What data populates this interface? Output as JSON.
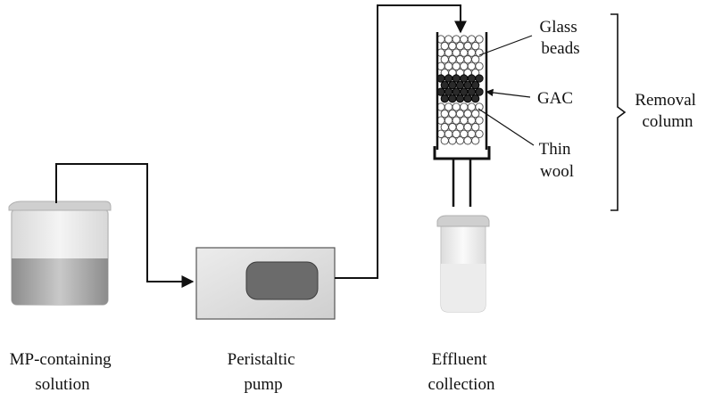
{
  "labels": {
    "beaker": [
      "MP-containing",
      "solution"
    ],
    "pump": [
      "Peristaltic",
      "pump"
    ],
    "effluent": [
      "Effluent",
      "collection"
    ],
    "glass_beads": [
      "Glass",
      "beads"
    ],
    "gac": [
      "GAC"
    ],
    "thin_wool": [
      "Thin",
      "wool"
    ],
    "column": [
      "Removal",
      "column"
    ]
  },
  "colors": {
    "line": "#111111",
    "liquid": "#9a9a9a",
    "liquid_light": "#d4d4d4",
    "pump_body": "#dedede",
    "pump_window": "#6b6b6b",
    "gac": "#2a2a2a",
    "glass_bead": "#ffffff"
  }
}
